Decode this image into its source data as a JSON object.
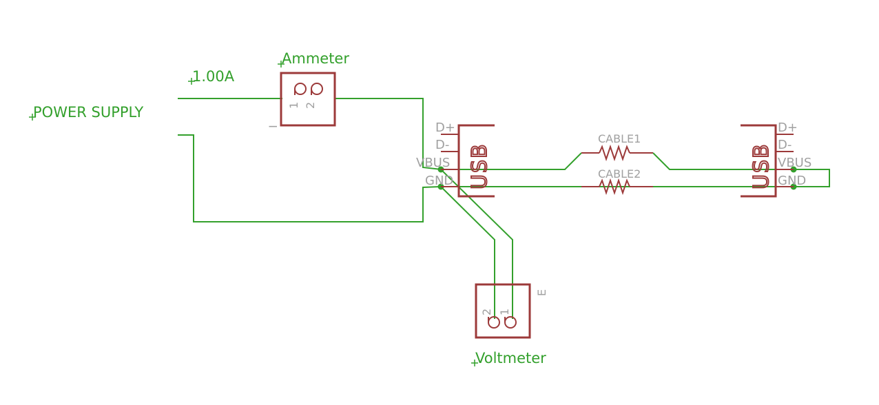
{
  "labels": {
    "power_supply": "POWER SUPPLY",
    "current": "1.00A",
    "ammeter": "Ammeter",
    "voltmeter": "Voltmeter",
    "cable1": "CABLE1",
    "cable2": "CABLE2"
  },
  "ammeter_pins": {
    "pin1": "1",
    "pin2": "2",
    "side_label": "I"
  },
  "voltmeter_pins": {
    "pin1": "1",
    "pin2": "2",
    "side_label": "E"
  },
  "usb_left": {
    "name": "USB",
    "pins": {
      "dplus": "D+",
      "dminus": "D-",
      "vbus": "VBUS",
      "gnd": "GND"
    }
  },
  "usb_right": {
    "name": "USB",
    "pins": {
      "dplus": "D+",
      "dminus": "D-",
      "vbus": "VBUS",
      "gnd": "GND"
    }
  },
  "colors": {
    "wire": "#33a02c",
    "component": "#9c3a3a",
    "pin_text": "#a0a0a0"
  }
}
